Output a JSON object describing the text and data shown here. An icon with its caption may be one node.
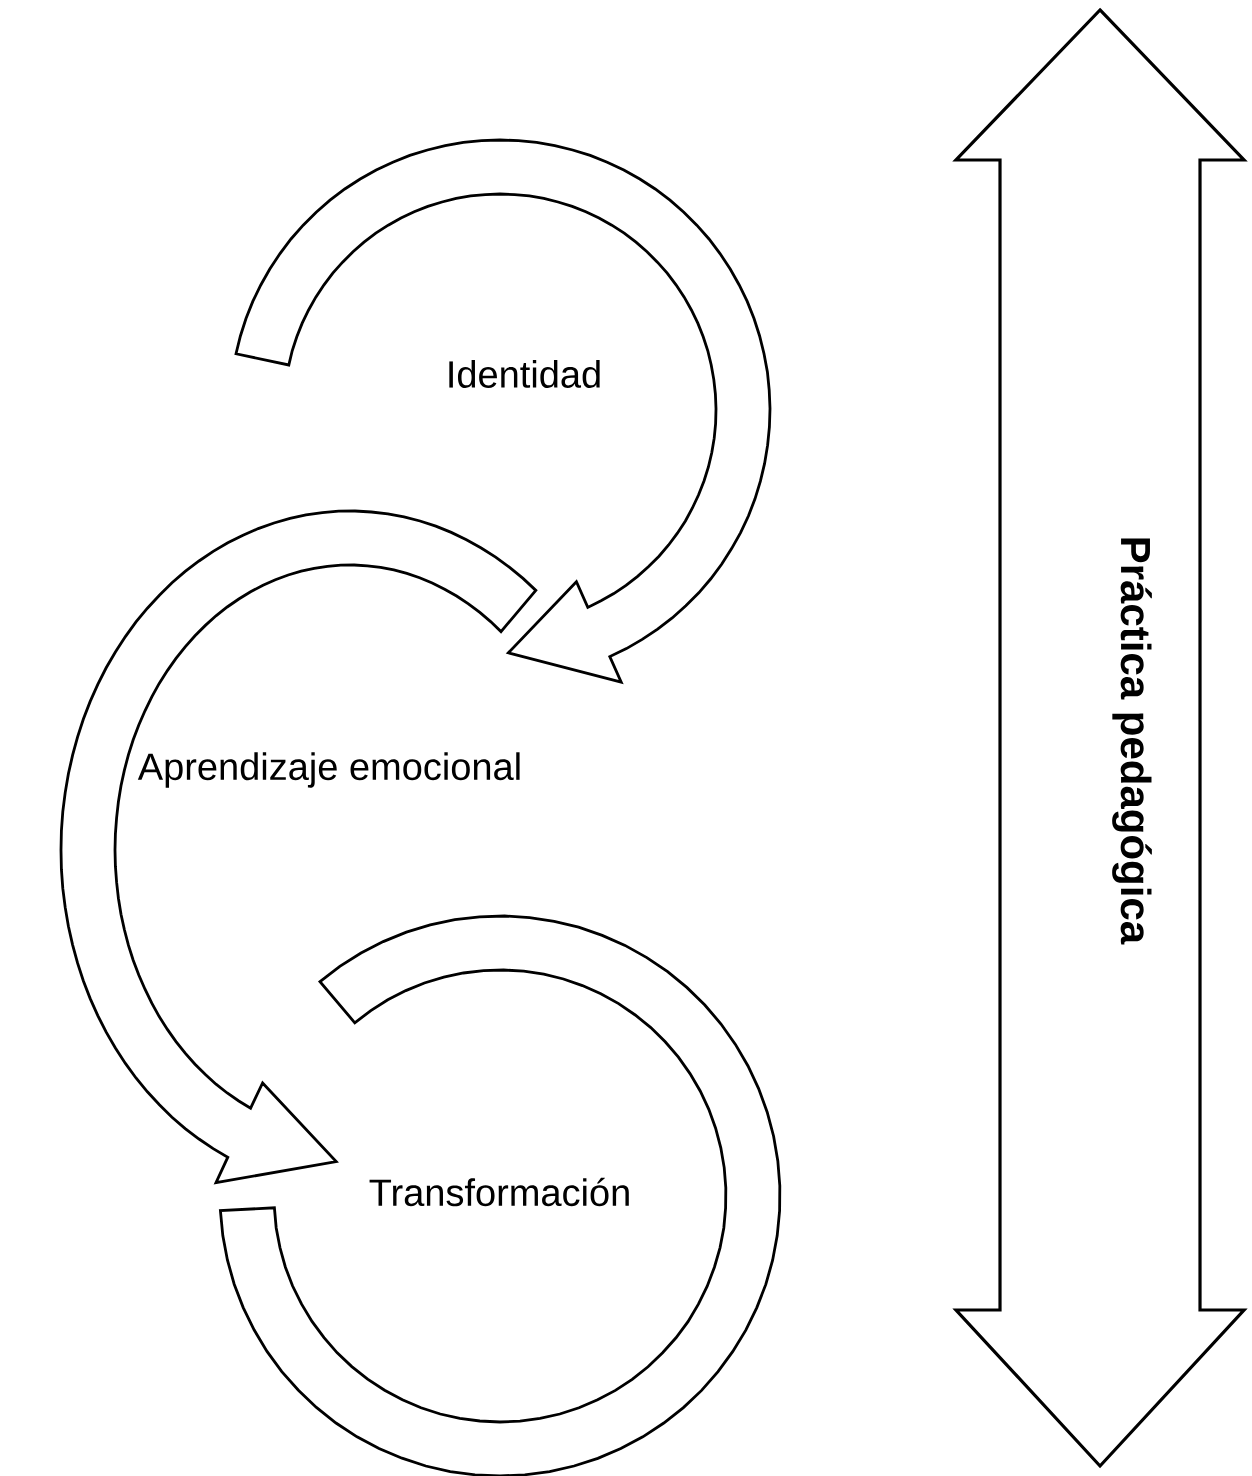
{
  "diagram": {
    "nodes": [
      {
        "text": [
          "Identidad"
        ]
      },
      {
        "text": [
          "Aprendizaje emocional"
        ]
      },
      {
        "text": [
          "Transformación"
        ]
      },
      {
        "text": [
          "Práctica pedagógica"
        ]
      }
    ],
    "edges": [
      {
        "from": 0,
        "to": 1,
        "arrow": "to"
      },
      {
        "from": 1,
        "to": 2,
        "arrow": "to"
      }
    ]
  }
}
